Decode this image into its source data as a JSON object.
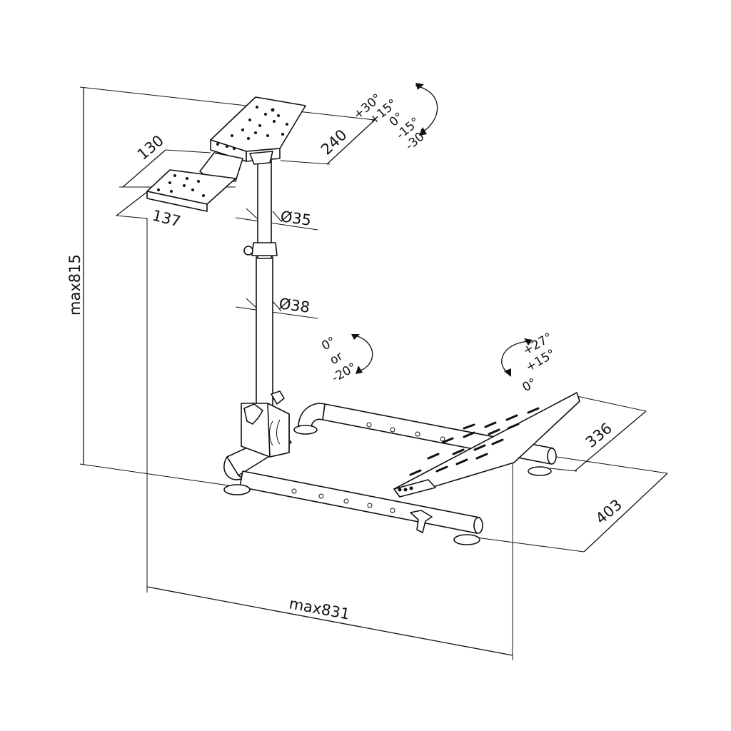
{
  "dimensions": {
    "height": "max815",
    "length": "max831",
    "wheel_plate_width": "240",
    "shifter_plate_depth": "130",
    "shifter_plate_width": "137",
    "upper_tube": "Ø35",
    "lower_tube": "Ø38",
    "pedal_plate": "336",
    "base_width": "403"
  },
  "angles": {
    "wheel_tilt": [
      "+30°",
      "+15°",
      "0°",
      "-15°",
      "-30°"
    ],
    "column_tilt": [
      "0°",
      "or",
      "-20°"
    ],
    "pedal_tilt": [
      "+27°",
      "+15°",
      "0°"
    ]
  }
}
